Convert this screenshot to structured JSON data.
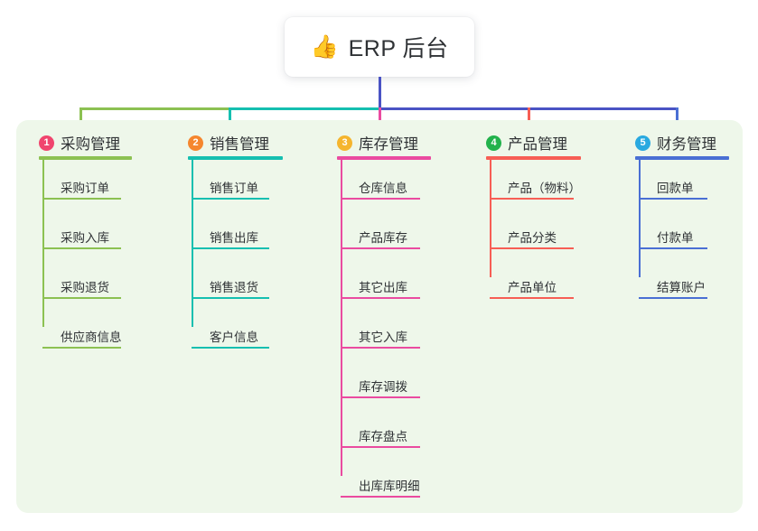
{
  "root": {
    "icon": "thumbs-up-icon",
    "emoji": "👍",
    "title": "ERP 后台"
  },
  "palette": {
    "canvas_bg": "#eef7ea",
    "card_bg": "#ffffff",
    "text": "#2f3235",
    "trunk": "#4a53c4"
  },
  "columns": [
    {
      "number": "1",
      "title": "采购管理",
      "badge_color": "#f0456e",
      "line_color": "#8cc152",
      "items": [
        {
          "label": "采购订单"
        },
        {
          "label": "采购入库"
        },
        {
          "label": "采购退货"
        },
        {
          "label": "供应商信息"
        }
      ]
    },
    {
      "number": "2",
      "title": "销售管理",
      "badge_color": "#f5862e",
      "line_color": "#15bfb0",
      "items": [
        {
          "label": "销售订单"
        },
        {
          "label": "销售出库"
        },
        {
          "label": "销售退货"
        },
        {
          "label": "客户信息"
        }
      ]
    },
    {
      "number": "3",
      "title": "库存管理",
      "badge_color": "#f5b52e",
      "line_color": "#ea4ba0",
      "items": [
        {
          "label": "仓库信息"
        },
        {
          "label": "产品库存"
        },
        {
          "label": "其它出库"
        },
        {
          "label": "其它入库"
        },
        {
          "label": "库存调拨"
        },
        {
          "label": "库存盘点"
        },
        {
          "label": "出库库明细"
        }
      ]
    },
    {
      "number": "4",
      "title": "产品管理",
      "badge_color": "#22b24c",
      "line_color": "#f75e55",
      "items": [
        {
          "label": "产品（物料）"
        },
        {
          "label": "产品分类"
        },
        {
          "label": "产品单位"
        }
      ]
    },
    {
      "number": "5",
      "title": "财务管理",
      "badge_color": "#29a9e0",
      "line_color": "#4a6fd4",
      "items": [
        {
          "label": "回款单"
        },
        {
          "label": "付款单"
        },
        {
          "label": "结算账户"
        }
      ]
    }
  ]
}
